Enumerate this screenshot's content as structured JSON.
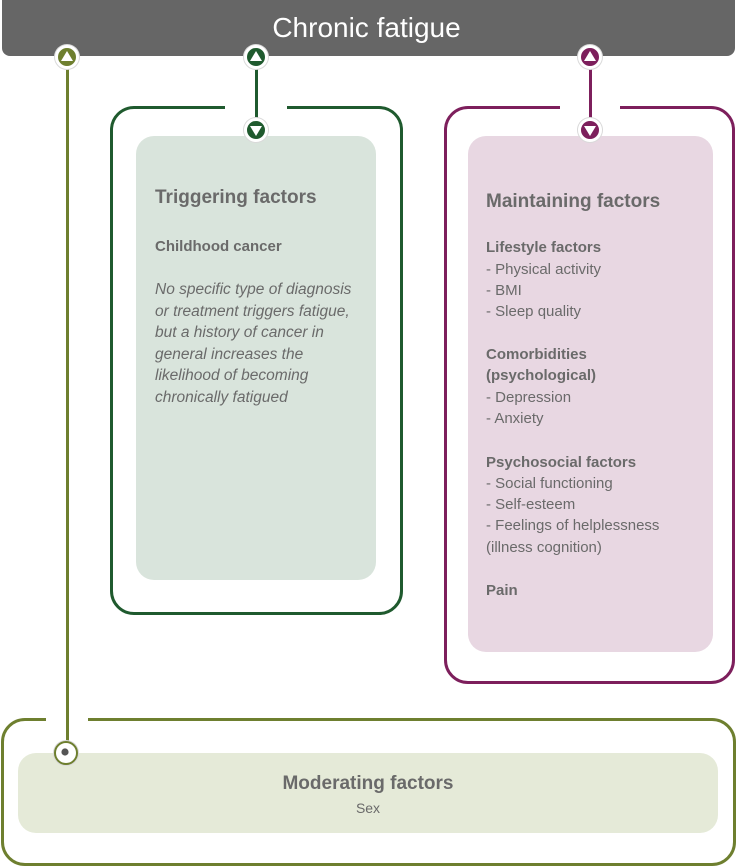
{
  "header": {
    "title": "Chronic fatigue"
  },
  "triggering": {
    "title": "Triggering factors",
    "subtitle": "Childhood cancer",
    "description": "No specific type of diagnosis or treatment triggers fatigue, but a history of cancer in general increases the likelihood of becoming chronically fatigued"
  },
  "maintaining": {
    "title": "Maintaining factors",
    "groups": [
      {
        "heading": "Lifestyle factors",
        "items": [
          "- Physical activity",
          "- BMI",
          "- Sleep quality"
        ]
      },
      {
        "heading": "Comorbidities (psychological)",
        "items": [
          "- Depression",
          "- Anxiety"
        ]
      },
      {
        "heading": "Psychosocial factors",
        "items": [
          "- Social functioning",
          "- Self-esteem",
          "- Feelings of helplessness (illness cognition)"
        ]
      },
      {
        "heading": "Pain",
        "items": []
      }
    ]
  },
  "moderating": {
    "title": "Moderating factors",
    "subtitle": "Sex"
  },
  "colors": {
    "header": "#666666",
    "triggering": "#1f5a2e",
    "maintaining": "#7d1f5c",
    "moderating": "#6e7f2f"
  },
  "icons": {
    "triggering_top": "arrow-up-icon",
    "triggering_bottom": "arrow-down-icon",
    "maintaining_top": "arrow-up-icon",
    "maintaining_bottom": "arrow-down-icon",
    "moderating_top": "arrow-up-icon",
    "moderating_bottom": "dot-icon"
  }
}
